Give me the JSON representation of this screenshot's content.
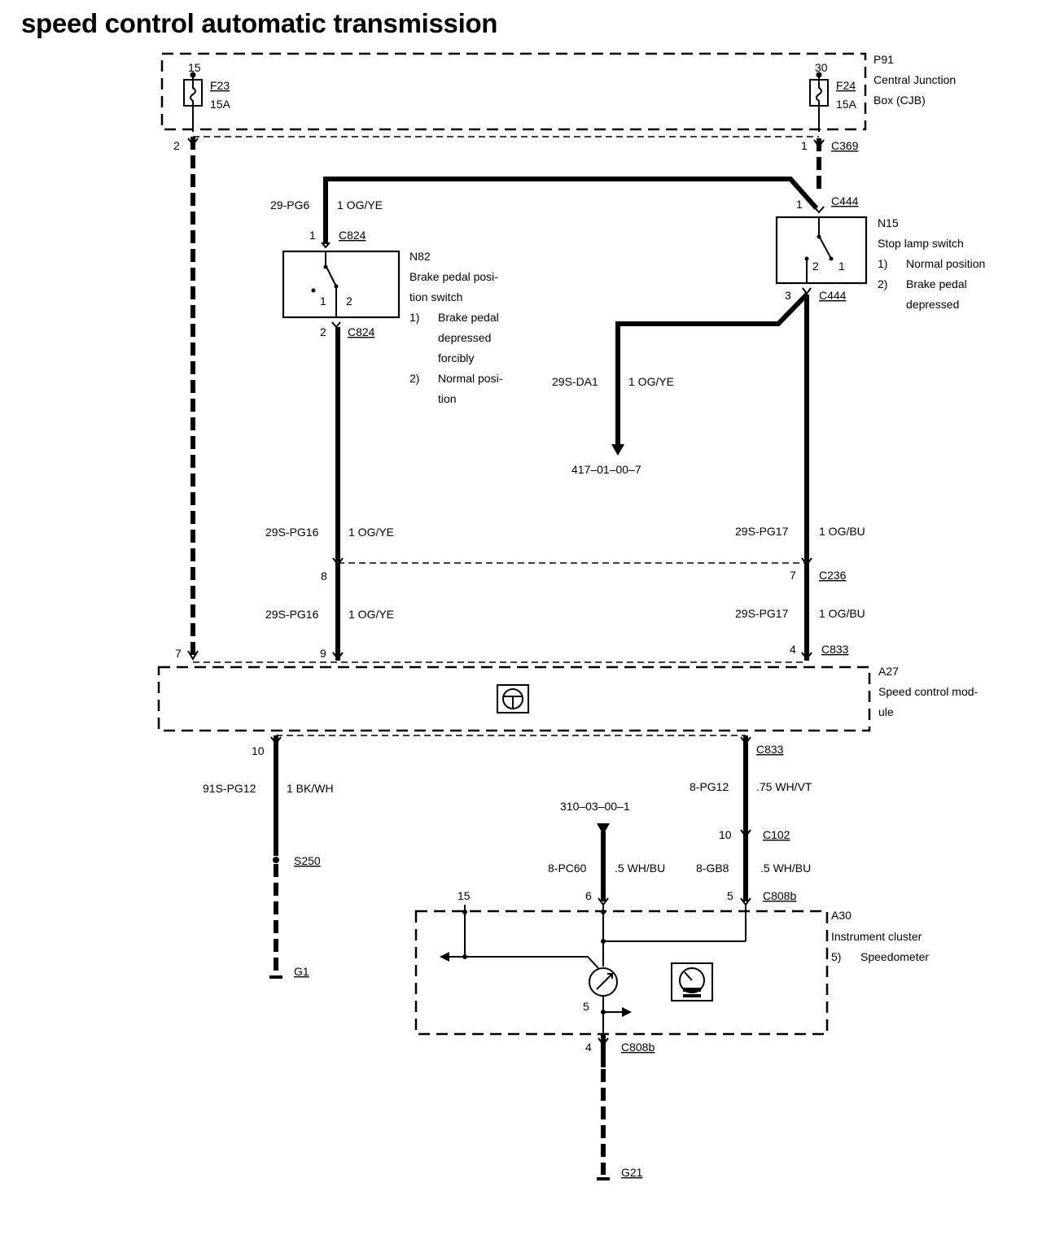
{
  "title": "speed control automatic transmission",
  "cjb": {
    "ref": "P91",
    "desc1": "Central Junction",
    "desc2": "Box (CJB)",
    "fuse_left": {
      "pin": "15",
      "name": "F23",
      "rating": "15A",
      "out_pin": "2"
    },
    "fuse_right": {
      "pin": "30",
      "name": "F24",
      "rating": "15A",
      "out_pin": "1",
      "connector": "C369"
    }
  },
  "n82": {
    "ref": "N82",
    "desc1": "Brake pedal posi-",
    "desc2": "tion switch",
    "n1": "1)",
    "n1a": "Brake pedal",
    "n1b": "depressed",
    "n1c": "forcibly",
    "n2": "2)",
    "n2a": "Normal posi-",
    "n2b": "tion",
    "pin_top": "1",
    "conn_top": "C824",
    "pin_bottom": "2",
    "conn_bottom": "C824",
    "pos1": "1",
    "pos2": "2"
  },
  "n15": {
    "ref": "N15",
    "desc1": "Stop lamp switch",
    "n1": "1)",
    "n1a": "Normal position",
    "n2": "2)",
    "n2a": "Brake pedal",
    "n2b": "depressed",
    "pin_top": "1",
    "conn_top": "C444",
    "pin_bottom": "3",
    "conn_bottom": "C444",
    "pos1": "1",
    "pos2": "2"
  },
  "wires": {
    "w_pg6_code": "29-PG6",
    "w_pg6_spec": "1 OG/YE",
    "w_da1_code": "29S-DA1",
    "w_da1_spec": "1 OG/YE",
    "w_da1_ref": "417–01–00–7",
    "w_pg16a_code": "29S-PG16",
    "w_pg16a_spec": "1 OG/YE",
    "w_pg17a_code": "29S-PG17",
    "w_pg17a_spec": "1 OG/BU",
    "c236_pin_left": "8",
    "c236_pin_right": "7",
    "c236": "C236",
    "w_pg16b_code": "29S-PG16",
    "w_pg16b_spec": "1 OG/YE",
    "w_pg17b_code": "29S-PG17",
    "w_pg17b_spec": "1  OG/BU",
    "c833_pin7": "7",
    "c833_pin9": "9",
    "c833_pin4": "4",
    "c833_top": "C833",
    "w_pg12a_code": "91S-PG12",
    "w_pg12a_spec": "1 BK/WH",
    "pin10": "10",
    "c833_bottom": "C833",
    "w_pg12b_code": "8-PG12",
    "w_pg12b_spec": ".75 WH/VT",
    "s250": "S250",
    "g1": "G1",
    "ref_310": "310–03–00–1",
    "c102_pin": "10",
    "c102": "C102",
    "w_pc60_code": "8-PC60",
    "w_pc60_spec": ".5 WH/BU",
    "w_gb8_code": "8-GB8",
    "w_gb8_spec": ".5 WH/BU",
    "c808_pin6": "6",
    "c808_pin5": "5",
    "c808_top": "C808b",
    "cluster_pin15": "15",
    "speedo_pin5": "5",
    "c808_pin4": "4",
    "c808_bottom": "C808b",
    "g21": "G21"
  },
  "a27": {
    "ref": "A27",
    "desc1": "Speed control mod-",
    "desc2": "ule"
  },
  "a30": {
    "ref": "A30",
    "desc1": "Instrument cluster",
    "n5": "5)",
    "n5a": "Speedometer"
  },
  "icons": [
    "steering-wheel-icon",
    "speedometer-icon",
    "fuse-icon",
    "ground-icon",
    "arrow-icon"
  ]
}
